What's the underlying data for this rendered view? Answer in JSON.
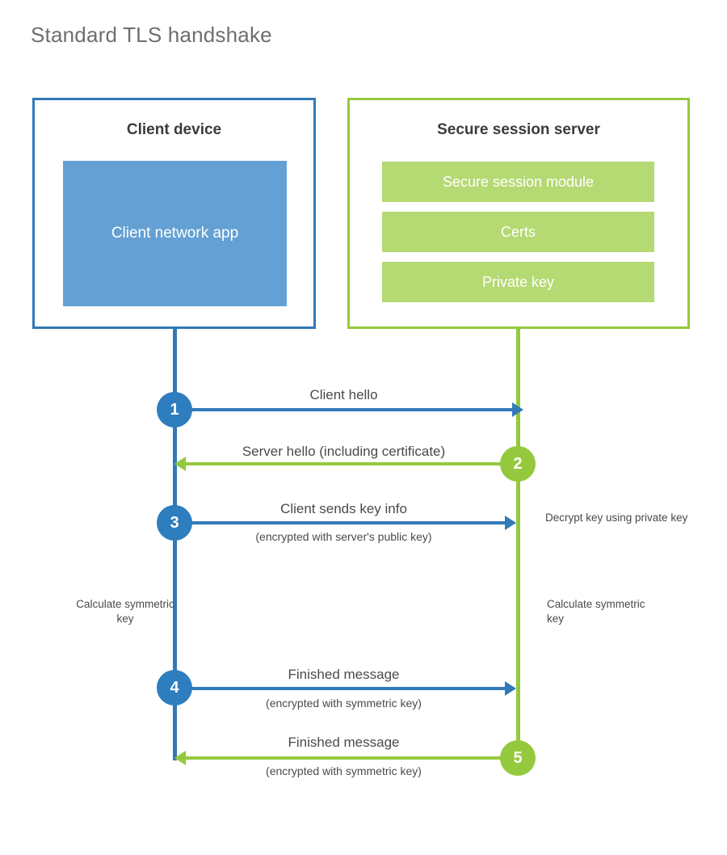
{
  "title": "Standard TLS handshake",
  "colors": {
    "client_blue": "#3279b8",
    "client_app_fill": "#64a0d4",
    "server_green": "#95c93d",
    "server_module_fill": "#b5d973",
    "title_gray": "#6e6e6e",
    "text_gray": "#4a4a4a"
  },
  "client": {
    "title": "Client device",
    "app_label": "Client network app"
  },
  "server": {
    "title": "Secure session server",
    "modules": [
      {
        "label": "Secure session module"
      },
      {
        "label": "Certs"
      },
      {
        "label": "Private key"
      }
    ]
  },
  "steps": [
    {
      "number": "1",
      "side": "client",
      "direction": "right",
      "label": "Client hello",
      "sublabel": ""
    },
    {
      "number": "2",
      "side": "server",
      "direction": "left",
      "label": "Server hello (including certificate)",
      "sublabel": ""
    },
    {
      "number": "3",
      "side": "client",
      "direction": "right",
      "label": "Client sends key info",
      "sublabel": "(encrypted with server's public key)"
    },
    {
      "number": "4",
      "side": "client",
      "direction": "right",
      "label": "Finished message",
      "sublabel": "(encrypted with symmetric key)"
    },
    {
      "number": "5",
      "side": "server",
      "direction": "left",
      "label": "Finished message",
      "sublabel": "(encrypted with symmetric key)"
    }
  ],
  "notes": {
    "decrypt_key": "Decrypt key using private key",
    "calculate_symmetric_key_client": "Calculate symmetric key",
    "calculate_symmetric_key_server": "Calculate symmetric key"
  }
}
